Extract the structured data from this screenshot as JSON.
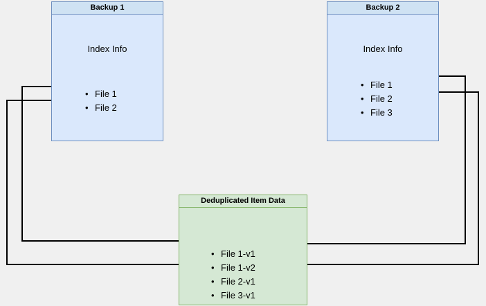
{
  "diagram": {
    "background_color": "#f0f0f0",
    "line_color": "#000000",
    "backup_border_color": "#6c8ebf",
    "backup_fill_color": "#dae8fc",
    "dedup_border_color": "#82b366",
    "dedup_fill_color": "#d5e8d4"
  },
  "backup1": {
    "title": "Backup 1",
    "index_label": "Index Info",
    "files": [
      "File 1",
      "File 2"
    ]
  },
  "backup2": {
    "title": "Backup 2",
    "index_label": "Index Info",
    "files": [
      "File 1",
      "File 2",
      "File 3"
    ]
  },
  "dedup": {
    "title": "Deduplicated Item Data",
    "items": [
      "File 1-v1",
      "File 1-v2",
      "File 2-v1",
      "File 3-v1"
    ]
  }
}
